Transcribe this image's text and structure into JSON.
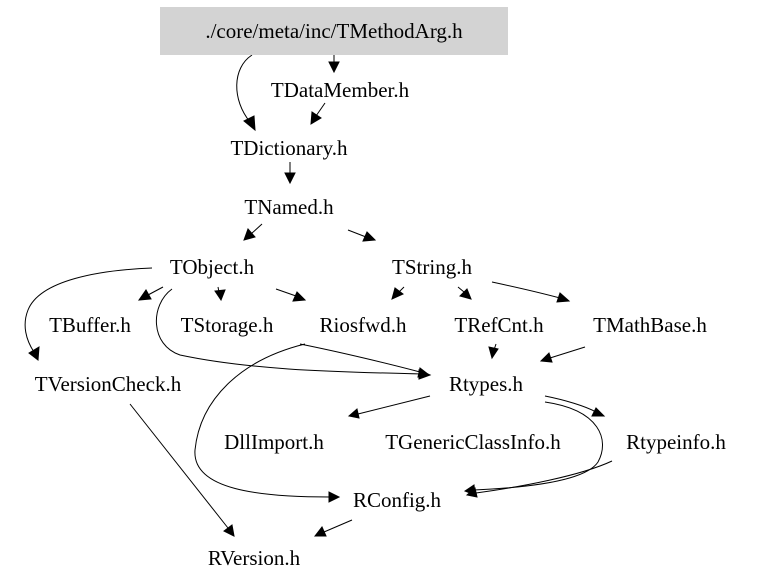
{
  "graph": {
    "root": "./core/meta/inc/TMethodArg.h",
    "colors": {
      "root_fill": "#d3d3d3",
      "edge": "#000000",
      "text": "#000000"
    },
    "nodes": {
      "tmethodarg": "./core/meta/inc/TMethodArg.h",
      "tdatamember": "TDataMember.h",
      "tdictionary": "TDictionary.h",
      "tnamed": "TNamed.h",
      "tobject": "TObject.h",
      "tstring": "TString.h",
      "tbuffer": "TBuffer.h",
      "tstorage": "TStorage.h",
      "riosfwd": "Riosfwd.h",
      "trefcnt": "TRefCnt.h",
      "tmathbase": "TMathBase.h",
      "tversioncheck": "TVersionCheck.h",
      "rtypes": "Rtypes.h",
      "dllimport": "DllImport.h",
      "tgenericclassinfo": "TGenericClassInfo.h",
      "rtypeinfo": "Rtypeinfo.h",
      "rconfig": "RConfig.h",
      "rversion": "RVersion.h"
    },
    "edges": [
      [
        "tmethodarg",
        "tdatamember"
      ],
      [
        "tmethodarg",
        "tdictionary"
      ],
      [
        "tdatamember",
        "tdictionary"
      ],
      [
        "tdictionary",
        "tnamed"
      ],
      [
        "tnamed",
        "tobject"
      ],
      [
        "tnamed",
        "tstring"
      ],
      [
        "tobject",
        "tbuffer"
      ],
      [
        "tobject",
        "tstorage"
      ],
      [
        "tobject",
        "riosfwd"
      ],
      [
        "tobject",
        "tversioncheck"
      ],
      [
        "tobject",
        "rtypes"
      ],
      [
        "tstring",
        "riosfwd"
      ],
      [
        "tstring",
        "trefcnt"
      ],
      [
        "tstring",
        "tmathbase"
      ],
      [
        "tstorage",
        "rtypes"
      ],
      [
        "trefcnt",
        "rtypes"
      ],
      [
        "tmathbase",
        "rtypes"
      ],
      [
        "rtypes",
        "dllimport"
      ],
      [
        "rtypes",
        "rtypeinfo"
      ],
      [
        "rtypes",
        "rconfig"
      ],
      [
        "riosfwd",
        "rconfig"
      ],
      [
        "rtypeinfo",
        "rconfig"
      ],
      [
        "rconfig",
        "rversion"
      ],
      [
        "tversioncheck",
        "rversion"
      ]
    ]
  }
}
